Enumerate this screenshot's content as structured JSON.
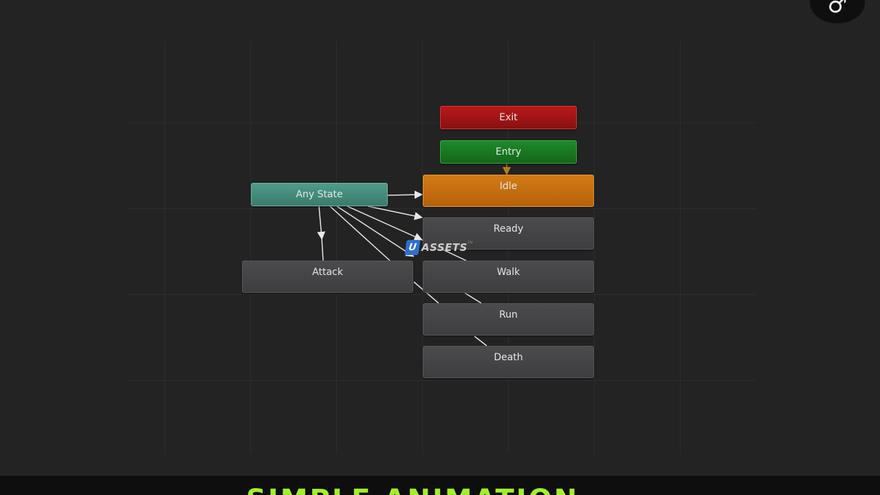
{
  "nodes": {
    "exit": "Exit",
    "entry": "Entry",
    "idle": "Idle",
    "any_state": "Any State",
    "ready": "Ready",
    "walk": "Walk",
    "run": "Run",
    "death": "Death",
    "attack": "Attack"
  },
  "watermark": {
    "letter": "U",
    "text": "ASSETS",
    "sup": "ru"
  },
  "logo": "♂",
  "caption": "SIMPLE ANIMATION",
  "colors": {
    "exit": "#b8191a",
    "entry": "#1f8a2a",
    "idle": "#d27a14",
    "any_state": "#4f9c8b",
    "state": "#454547",
    "caption": "#a3f02a",
    "edge": "#e8e8e8",
    "entry_edge": "#b67a1e"
  }
}
